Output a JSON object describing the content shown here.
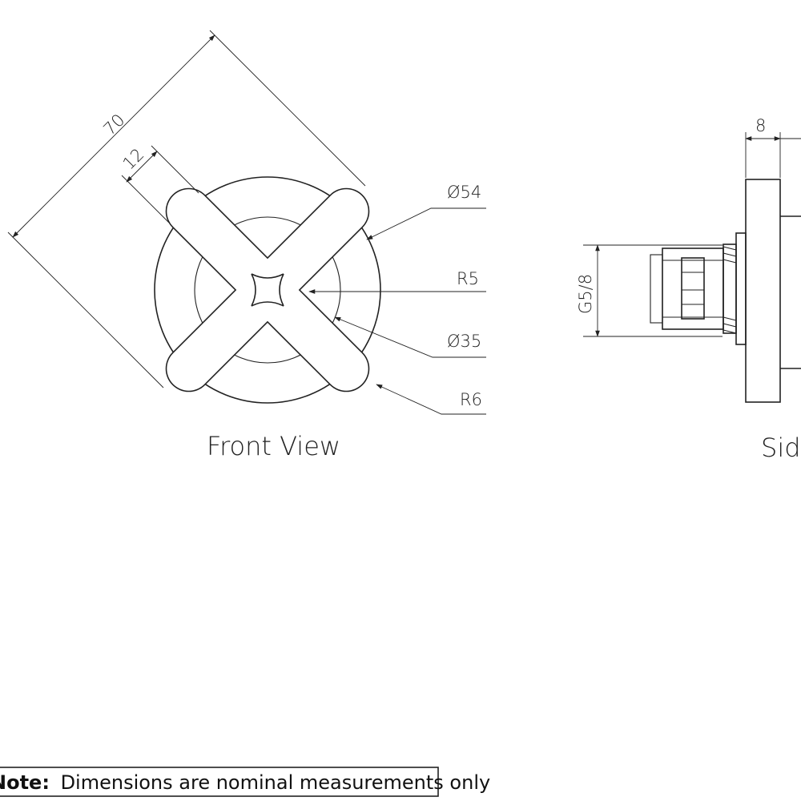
{
  "front_view": {
    "title": "Front View",
    "dimensions": {
      "overall": "70",
      "arm_width": "12",
      "outer_diameter": "Ø54",
      "inner_radius": "R5",
      "inner_diameter": "Ø35",
      "tip_radius": "R6"
    }
  },
  "side_view": {
    "title": "Side",
    "dimensions": {
      "flange_depth": "8",
      "thread": "G5/8"
    }
  },
  "note": {
    "label": "Note:",
    "text": "Dimensions are nominal measurements only"
  }
}
